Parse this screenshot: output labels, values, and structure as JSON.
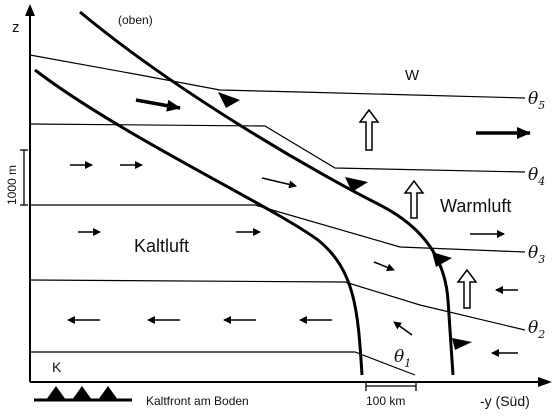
{
  "axes": {
    "z_label": "z",
    "y_label": "-y (Süd)",
    "scale_height": "1000 m",
    "scale_width": "100 km"
  },
  "labels": {
    "oben": "(oben)",
    "w": "W",
    "warmluft": "Warmluft",
    "kaltluft": "Kaltluft",
    "k": "K"
  },
  "isentropes": [
    {
      "symbol": "θ",
      "index": "5"
    },
    {
      "symbol": "θ",
      "index": "4"
    },
    {
      "symbol": "θ",
      "index": "3"
    },
    {
      "symbol": "θ",
      "index": "2"
    },
    {
      "symbol": "θ",
      "index": "1"
    }
  ],
  "legend": {
    "label": "Kaltfront am Boden"
  }
}
